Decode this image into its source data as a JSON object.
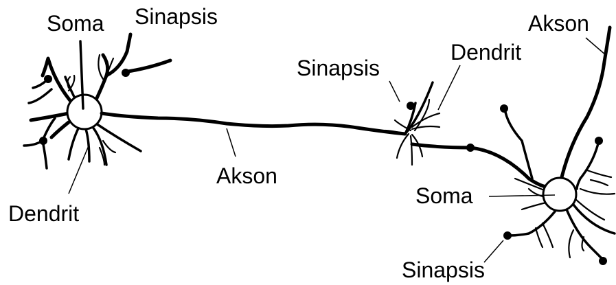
{
  "diagram": {
    "labels": {
      "left_soma": "Soma",
      "left_synapse": "Sinapsis",
      "left_dendrite": "Dendrit",
      "middle_axon": "Akson",
      "middle_synapse": "Sinapsis",
      "middle_dendrite": "Dendrit",
      "right_axon": "Akson",
      "right_soma": "Soma",
      "right_synapse": "Sinapsis"
    },
    "colors": {
      "line": "#000000",
      "background": "#ffffff"
    }
  }
}
